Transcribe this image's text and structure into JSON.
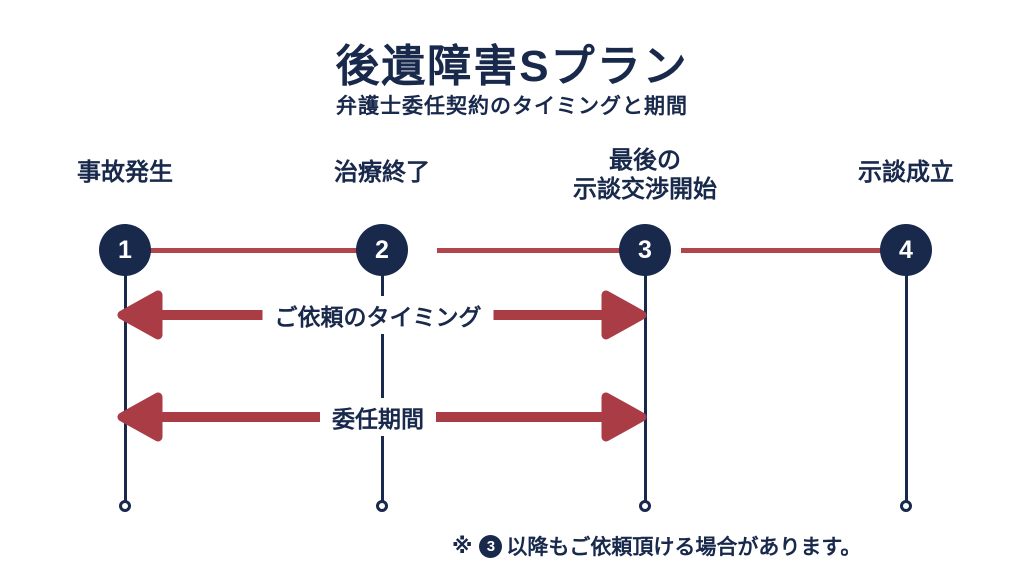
{
  "title": "後遺障害Sプラン",
  "subtitle": "弁護士委任契約のタイミングと期間",
  "colors": {
    "navy": "#18294c",
    "red": "#a93c44",
    "line_red": "#b0454b"
  },
  "milestones": [
    {
      "number": "1",
      "label": "事故発生"
    },
    {
      "number": "2",
      "label": "治療終了"
    },
    {
      "number": "3",
      "label_line1": "最後の",
      "label_line2": "示談交渉開始"
    },
    {
      "number": "4",
      "label": "示談成立"
    }
  ],
  "arrows": [
    {
      "label": "ご依頼のタイミング"
    },
    {
      "label": "委任期間"
    }
  ],
  "footnote": {
    "prefix": "※",
    "badge": "3",
    "text": "以降もご依頼頂ける場合があります。"
  }
}
